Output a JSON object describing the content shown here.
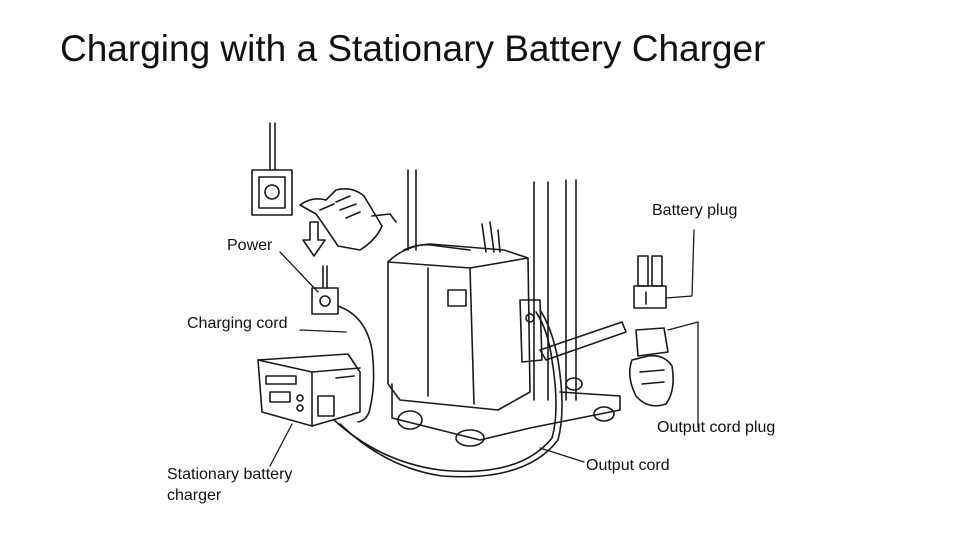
{
  "slide": {
    "title": "Charging with a Stationary Battery Charger"
  },
  "labels": {
    "battery_plug": "Battery plug",
    "power": "Power",
    "charging_cord": "Charging cord",
    "output_cord_plug": "Output cord plug",
    "stationary_charger_line1": "Stationary battery",
    "stationary_charger_line2": "charger",
    "output_cord": "Output cord"
  },
  "colors": {
    "ink": "#1a1a1a",
    "background": "#ffffff"
  }
}
